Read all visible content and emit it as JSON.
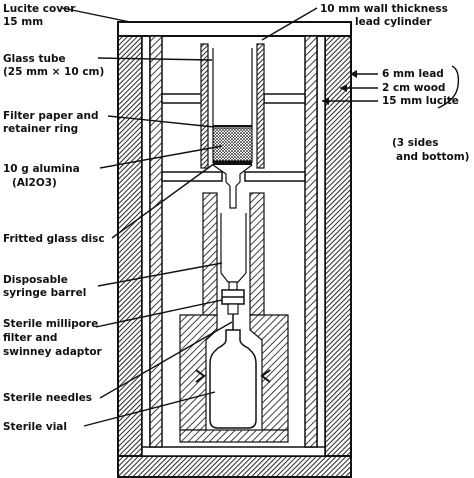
{
  "labels": {
    "lucite_cover": [
      "Lucite cover",
      "15 mm"
    ],
    "glass_tube": [
      "Glass tube",
      "(25 mm × 10 cm)"
    ],
    "filter_paper": [
      "Filter paper and",
      "retainer ring"
    ],
    "alumina": [
      "10 g alumina",
      "(Al2O3)"
    ],
    "fritted_disc": [
      "Fritted glass disc"
    ],
    "syringe_barrel": [
      "Disposable",
      "syringe barrel"
    ],
    "millipore": [
      "Sterile millipore",
      "filter and",
      "swinney adaptor"
    ],
    "needles": [
      "Sterile needles"
    ],
    "vial": [
      "Sterile vial"
    ],
    "lead_cylinder": [
      "10 mm wall thickness",
      "lead cylinder"
    ],
    "wall_layers": [
      "6 mm lead",
      "2 cm wood",
      "15 mm lucite"
    ],
    "wall_note": [
      "(3 sides",
      "and bottom)"
    ]
  },
  "colors": {
    "ink": "#111111",
    "paper": "#ffffff"
  }
}
